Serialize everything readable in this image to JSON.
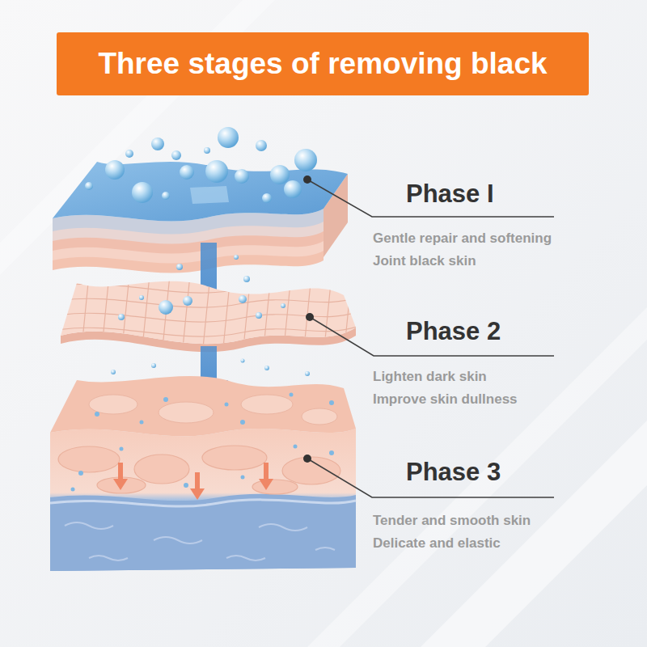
{
  "diagram": {
    "title": "Three stages of removing black",
    "labels": [
      "Phase I",
      "Gentle repair and softening",
      "Joint black skin",
      "Phase 2",
      "Lighten dark skin",
      "Improve skin dullness",
      "Phase 3",
      "Tender and smooth skin",
      "Delicate and elastic"
    ]
  }
}
